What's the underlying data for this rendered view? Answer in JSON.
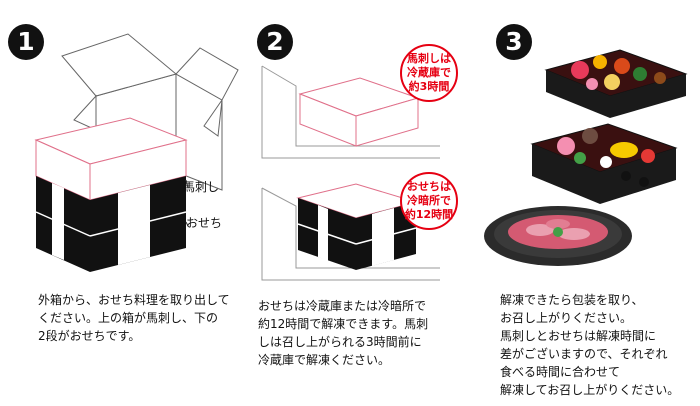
{
  "steps": [
    {
      "number": "1",
      "label_top": "馬刺し",
      "label_bottom": "おせち",
      "desc": [
        "外箱から、おせち料理を取り出して",
        "ください。上の箱が馬刺し、下の",
        "2段がおせちです。"
      ]
    },
    {
      "number": "2",
      "badge_top": [
        "馬刺しは",
        "冷蔵庫で",
        "約3時間"
      ],
      "badge_bottom": [
        "おせちは",
        "冷暗所で",
        "約12時間"
      ],
      "desc": [
        "おせちは冷蔵庫または冷暗所で",
        "約12時間で解凍できます。馬刺",
        "しは召し上がられる3時間前に",
        "冷蔵庫で解凍ください。"
      ]
    },
    {
      "number": "3",
      "desc": [
        "解凍できたら包装を取り、",
        "お召し上がりください。",
        "馬刺しとおせちは解凍時間に",
        "差がございますので、それぞれ",
        "食べる時間に合わせて",
        "解凍してお召し上がりください。"
      ]
    }
  ],
  "colors": {
    "accent": "#e60012",
    "box_black": "#111111",
    "jubako": "#1a1a1a"
  }
}
